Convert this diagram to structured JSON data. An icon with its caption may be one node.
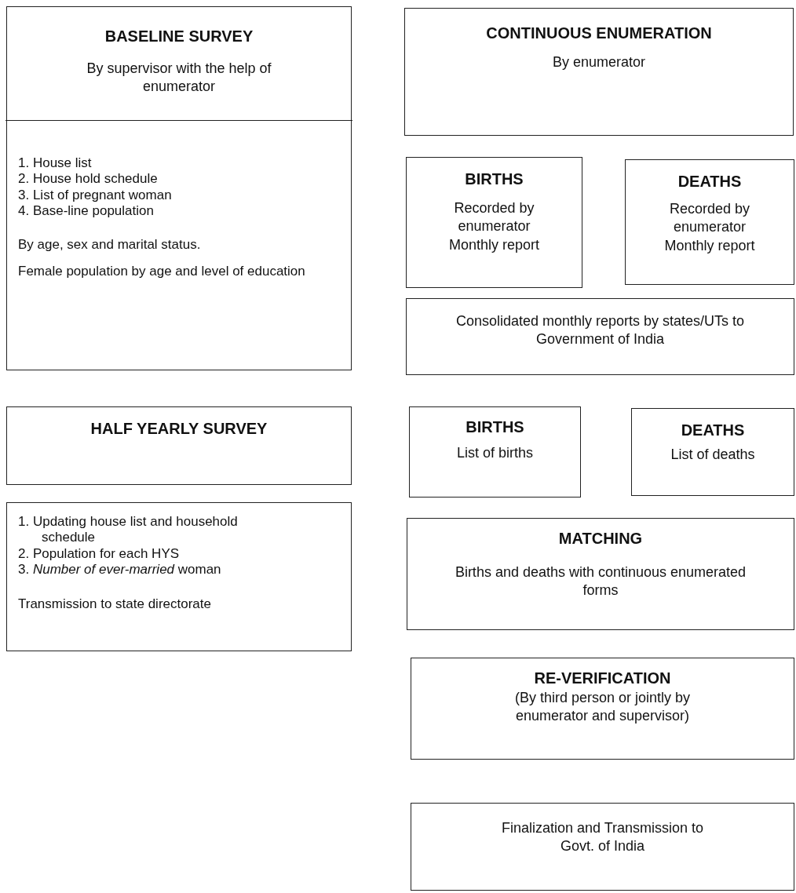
{
  "diagram": {
    "nodes": [
      {
        "text": [
          "BASELINE SURVEY",
          "By supervisor with the help of enumerator",
          "1. House list",
          "2. House hold schedule",
          "3. List of pregnant woman",
          "4. Base-line population",
          "By age, sex and marital status.",
          "Female population by age and level of education"
        ]
      },
      {
        "text": [
          "CONTINUOUS ENUMERATION",
          "By enumerator"
        ]
      },
      {
        "text": [
          "BIRTHS",
          "Recorded by enumerator Monthly report"
        ]
      },
      {
        "text": [
          "DEATHS",
          "Recorded by enumerator Monthly report"
        ]
      },
      {
        "text": [
          "Consolidated monthly reports by states/UTs to Government of India"
        ]
      },
      {
        "text": [
          "HALF YEARLY SURVEY"
        ]
      },
      {
        "text": [
          "1. Updating house list and household schedule",
          "2. Population for each HYS",
          "3. *Number of ever-married* woman",
          "Transmission to state directorate"
        ]
      },
      {
        "text": [
          "BIRTHS",
          "List of births"
        ]
      },
      {
        "text": [
          "DEATHS",
          "List of deaths"
        ]
      },
      {
        "text": [
          "MATCHING",
          "Births and deaths with continuous enumerated forms"
        ]
      },
      {
        "text": [
          "RE-VERIFICATION",
          "(By third person or jointly by enumerator and supervisor)"
        ]
      },
      {
        "text": [
          "Finalization and Transmission to Govt. of India"
        ]
      }
    ]
  }
}
